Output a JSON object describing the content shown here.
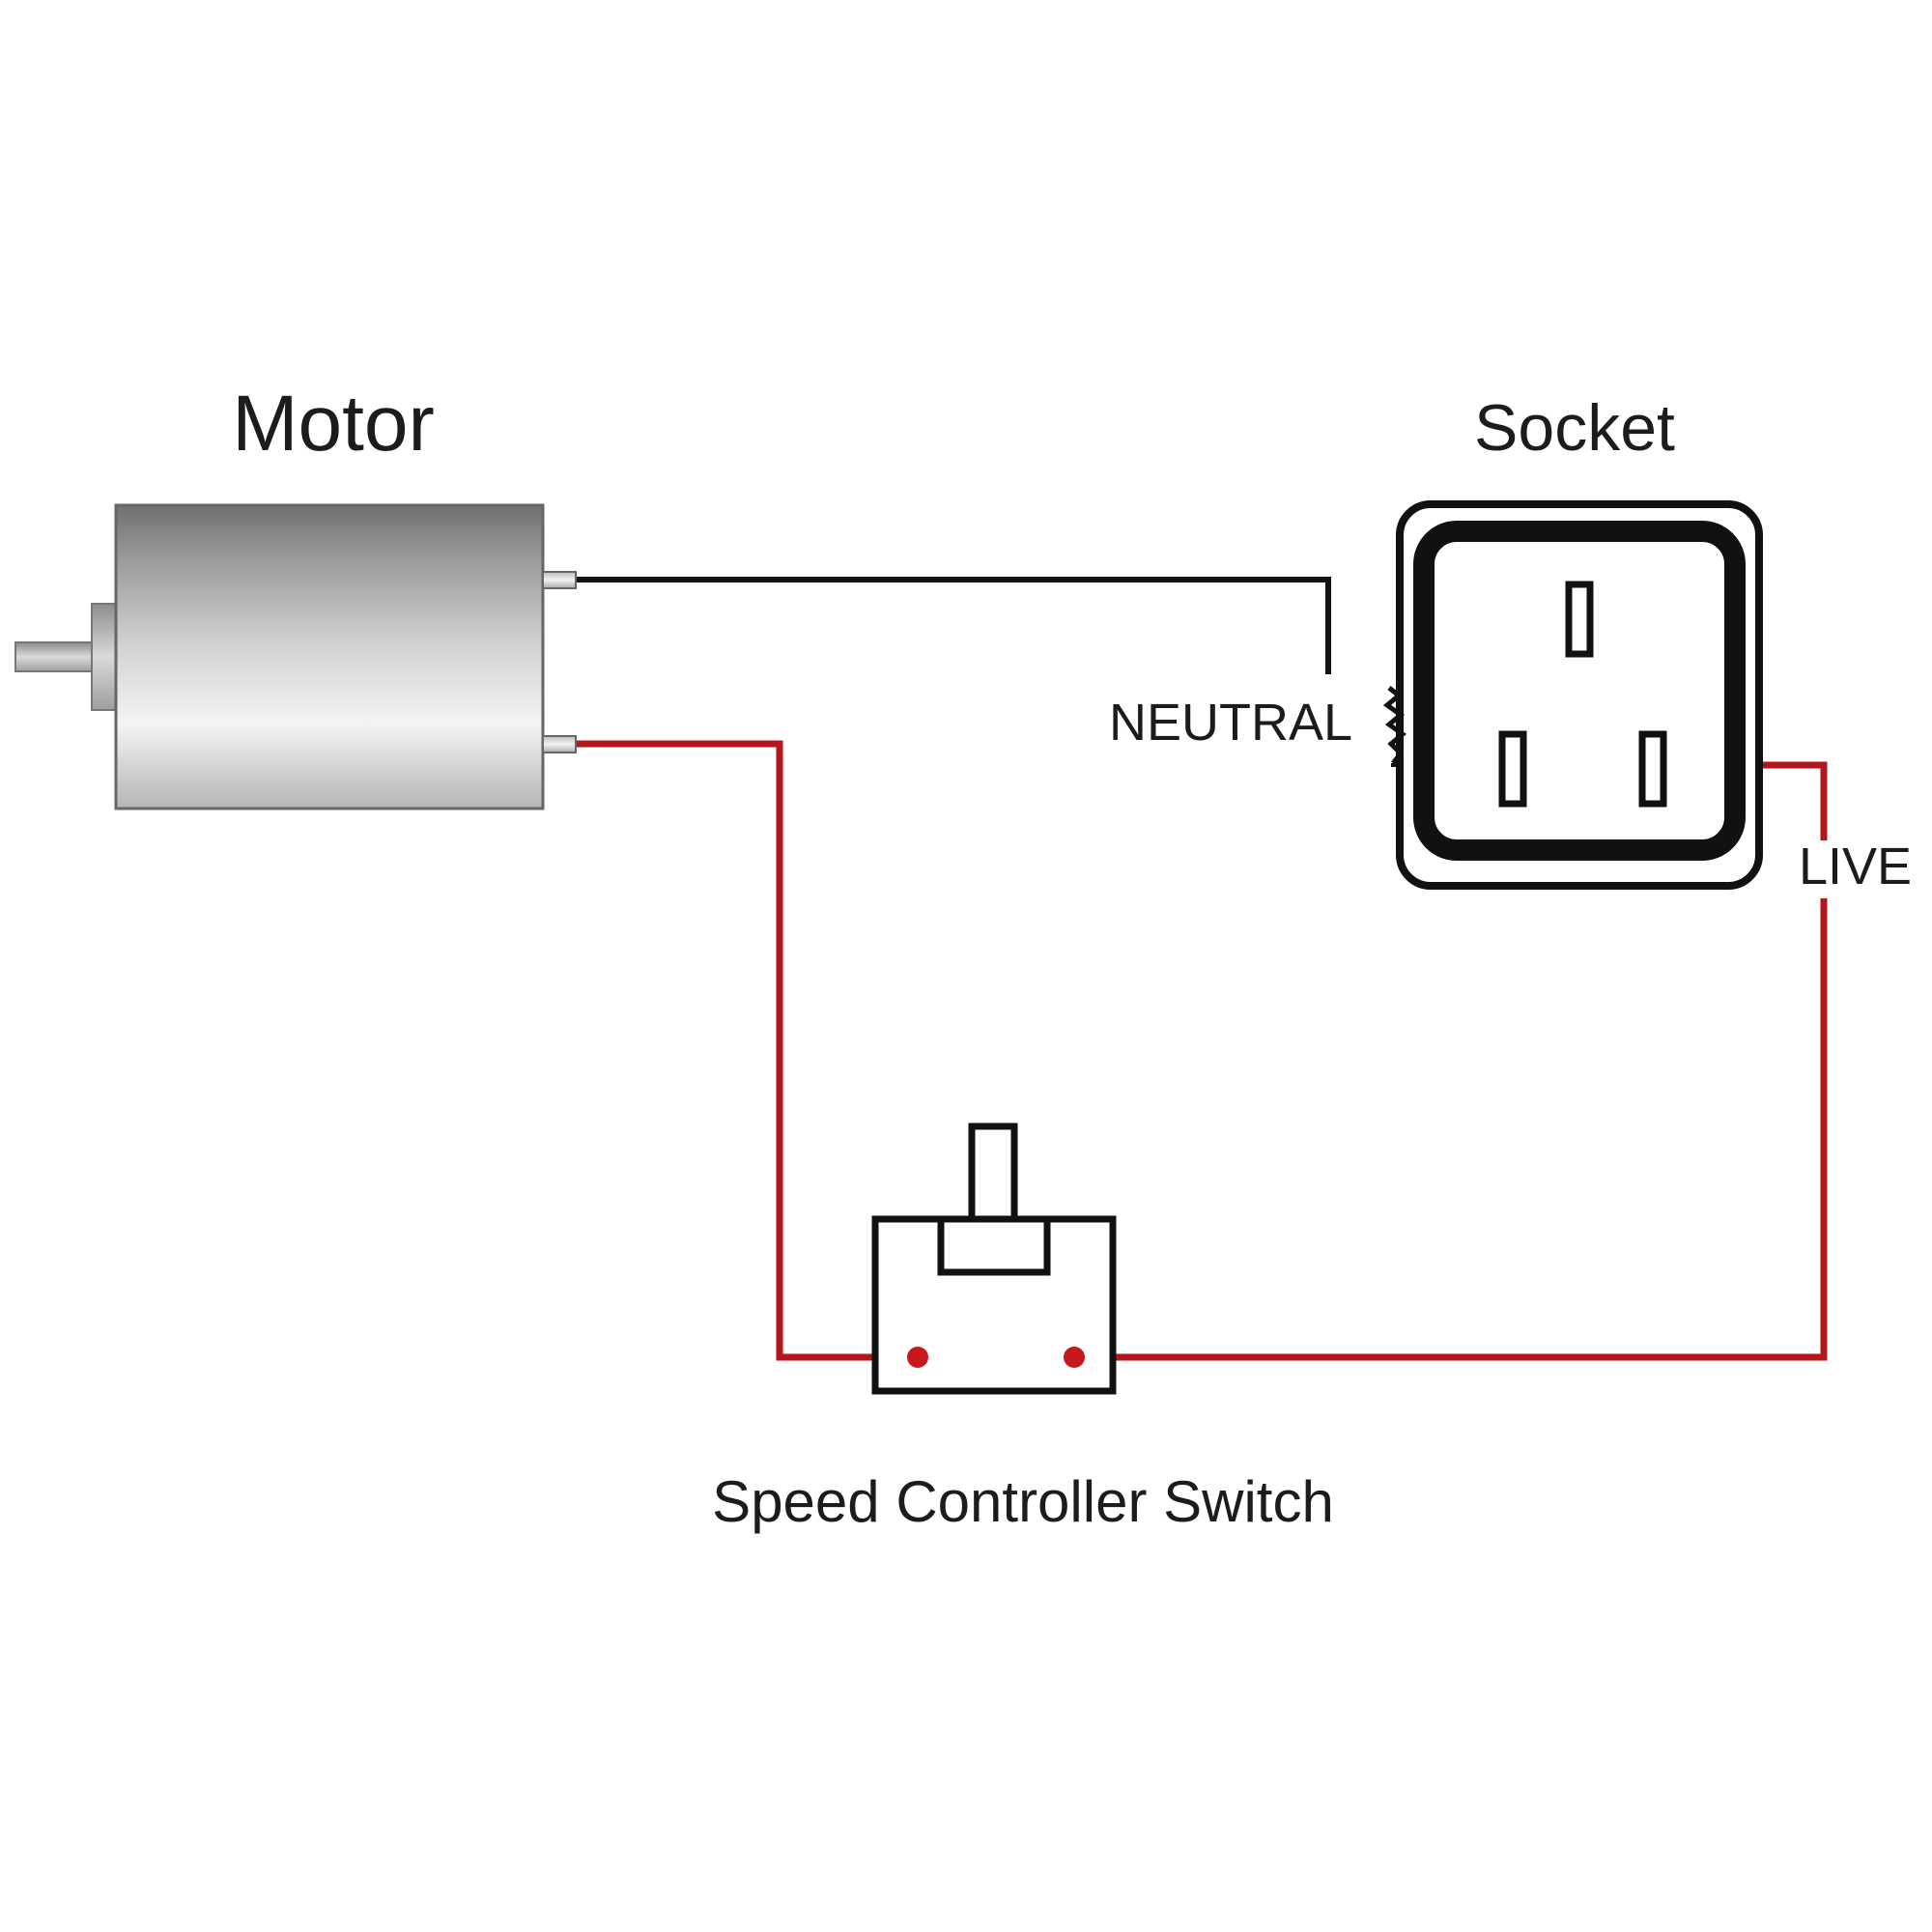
{
  "labels": {
    "motor": "Motor",
    "socket": "Socket",
    "neutral": "NEUTRAL",
    "live": "LIVE",
    "switch": "Speed Controller Switch"
  },
  "colors": {
    "neutral_wire": "#111111",
    "live_wire": "#b5161b",
    "terminal_dot": "#c8181e",
    "outline": "#111111",
    "background": "#ffffff"
  }
}
